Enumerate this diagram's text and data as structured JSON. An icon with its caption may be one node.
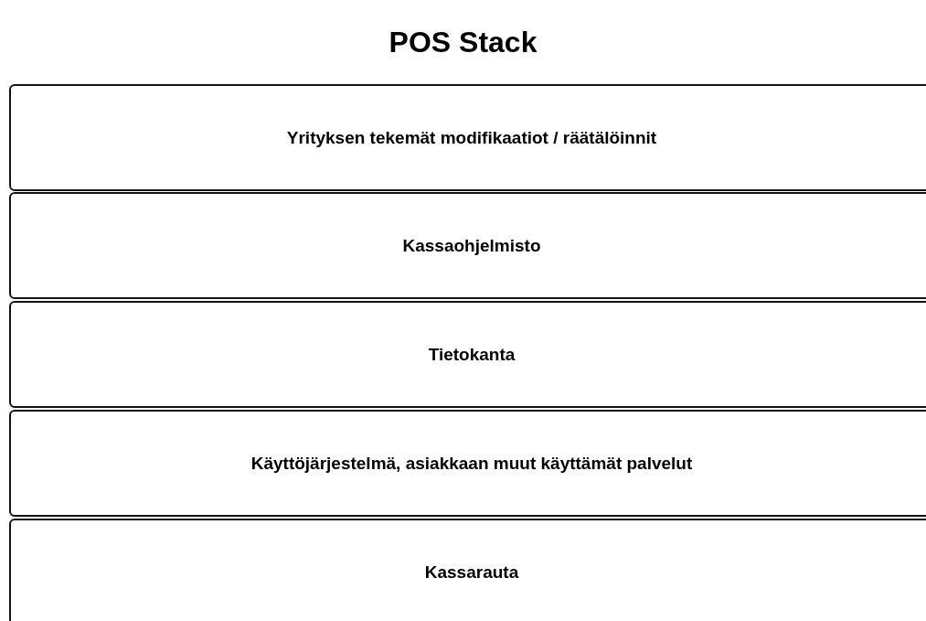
{
  "diagram": {
    "title": "POS Stack",
    "nodes": [
      {
        "text": [
          "Yrityksen tekemät modifikaatiot / räätälöinnit"
        ]
      },
      {
        "text": [
          "Kassaohjelmisto"
        ]
      },
      {
        "text": [
          "Tietokanta"
        ]
      },
      {
        "text": [
          "Käyttöjärjestelmä, asiakkaan muut käyttämät palvelut"
        ]
      },
      {
        "text": [
          "Kassarauta"
        ]
      }
    ],
    "edges": []
  }
}
